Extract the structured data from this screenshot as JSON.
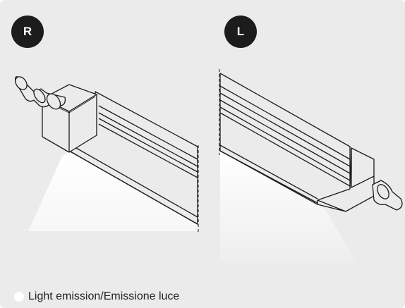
{
  "badges": {
    "right": "R",
    "left": "L"
  },
  "legend": {
    "label": "Light emission/Emissione luce"
  },
  "colors": {
    "background": "#ebebeb",
    "badge": "#1c1c1c",
    "stroke": "#1a1a1a",
    "light": "#ffffff"
  }
}
